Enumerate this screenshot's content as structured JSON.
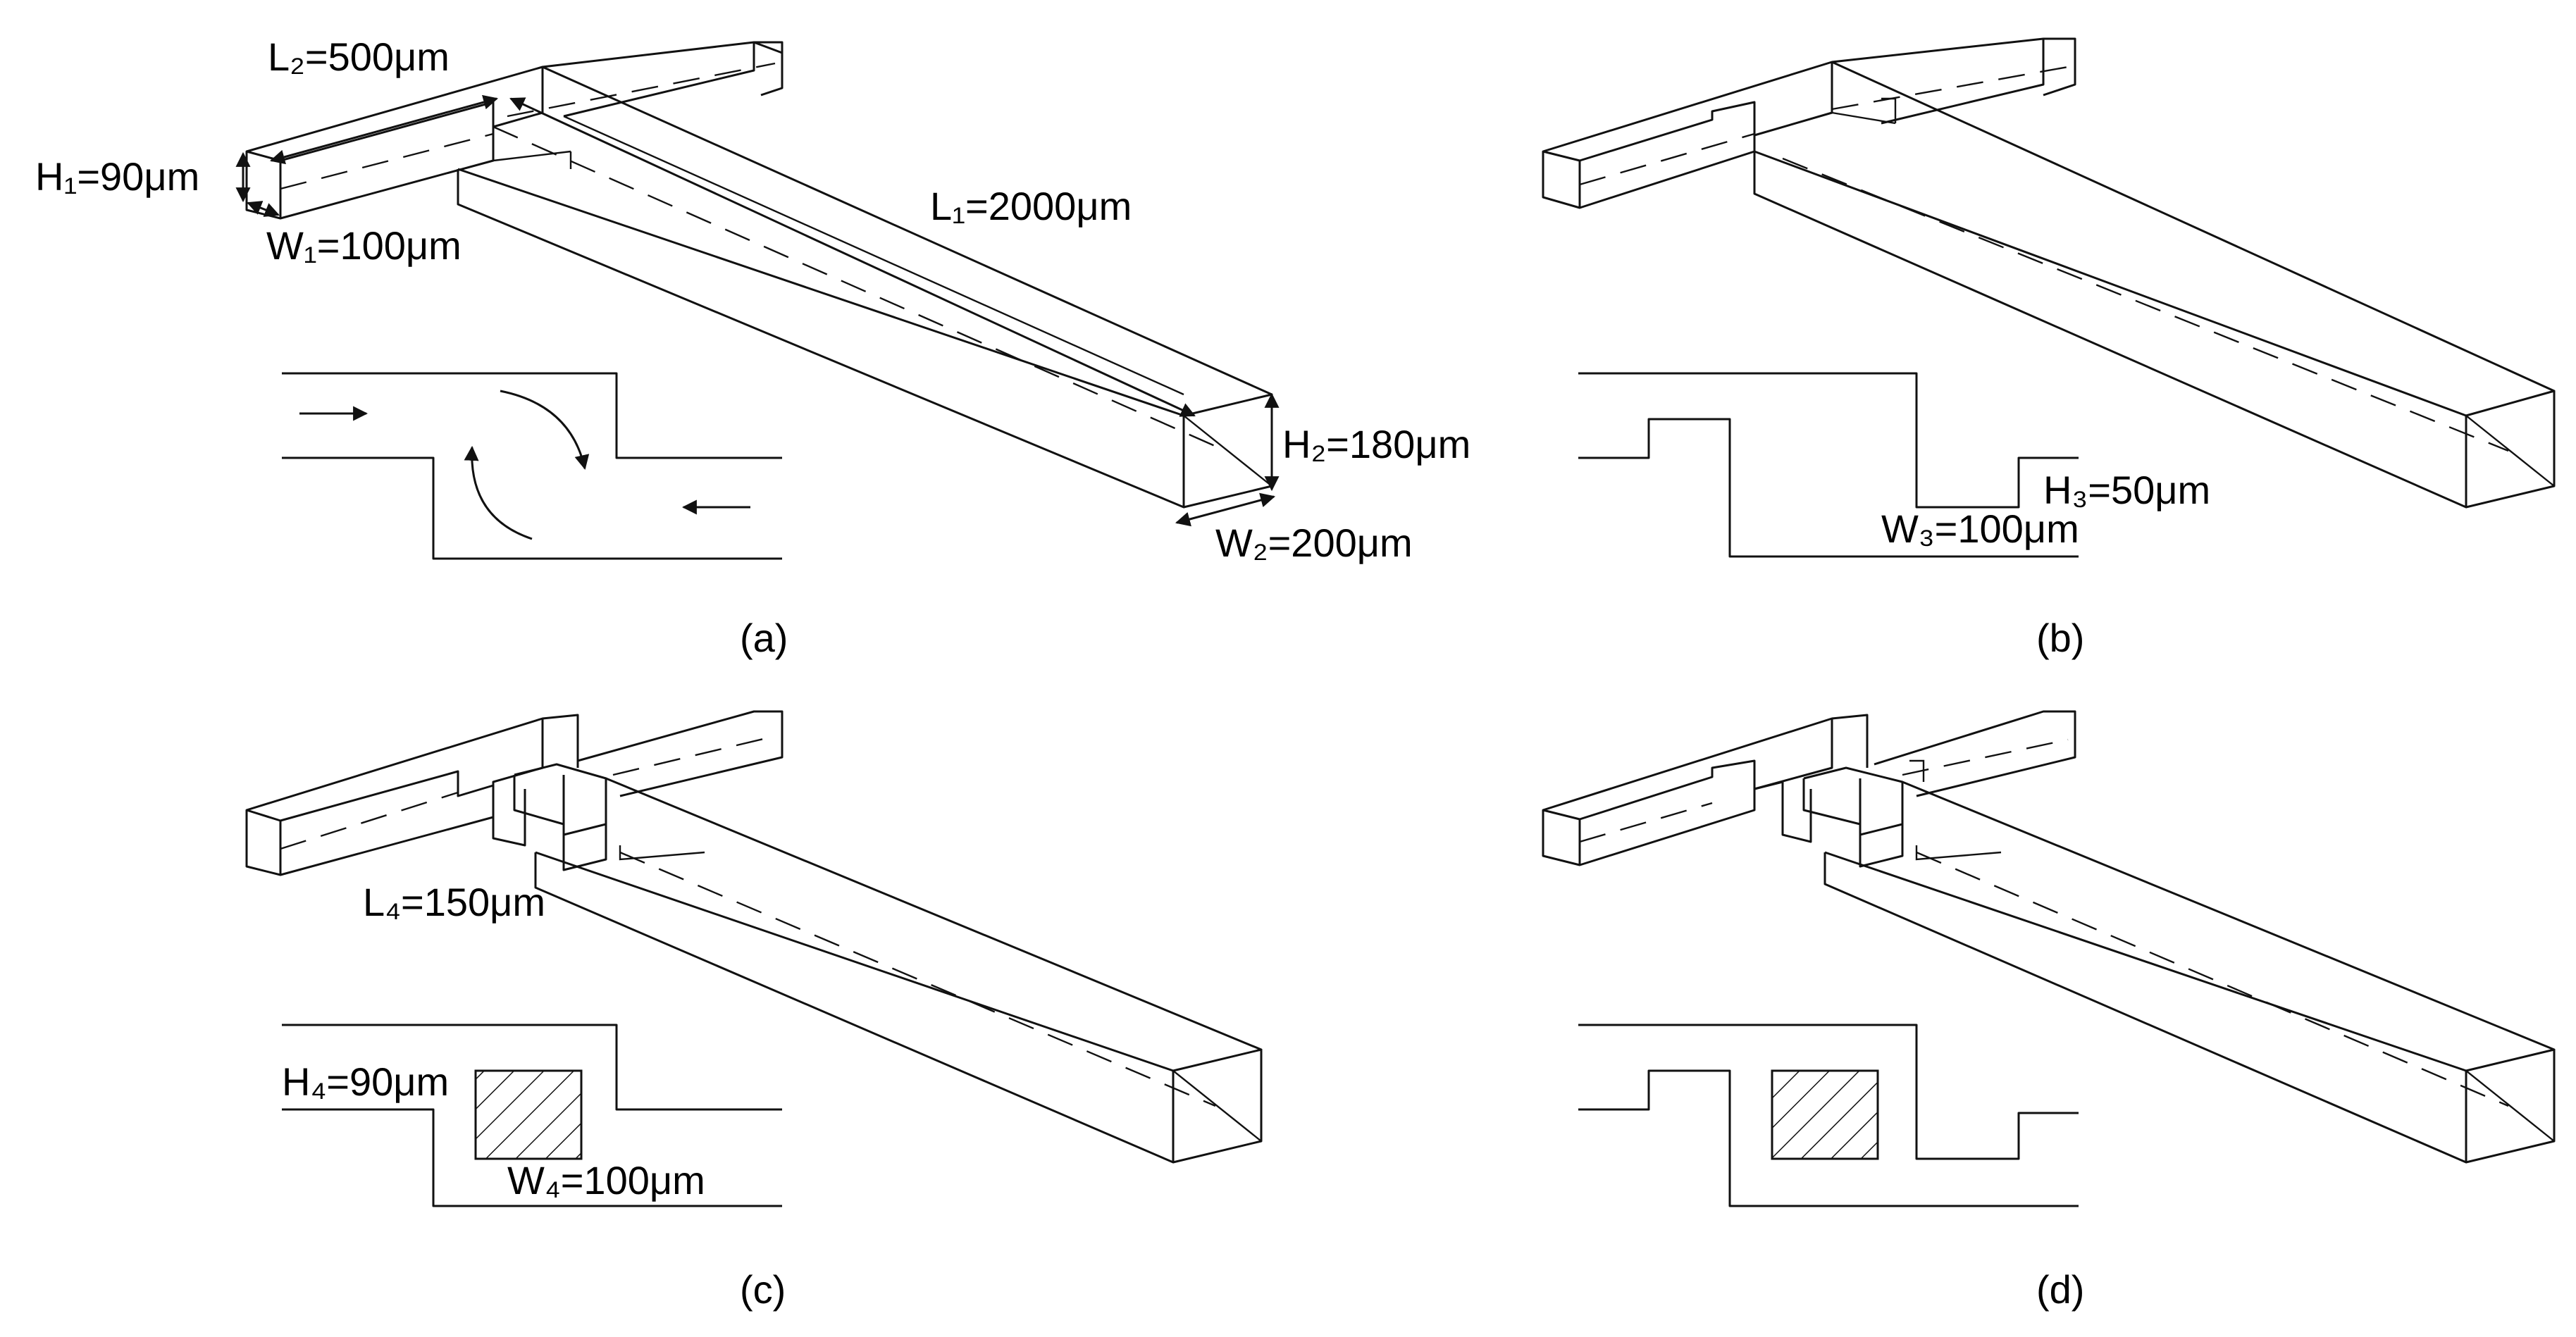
{
  "panels": {
    "a": {
      "caption": "(a)",
      "labels": {
        "L2": "L₂=500μm",
        "H1": "H₁=90μm",
        "W1": "W₁=100μm",
        "L1": "L₁=2000μm",
        "H2": "H₂=180μm",
        "W2": "W₂=200μm"
      }
    },
    "b": {
      "caption": "(b)",
      "labels": {
        "H3": "H₃=50μm",
        "W3": "W₃=100μm"
      }
    },
    "c": {
      "caption": "(c)",
      "labels": {
        "L4": "L₄=150μm",
        "H4": "H₄=90μm",
        "W4": "W₄=100μm"
      }
    },
    "d": {
      "caption": "(d)"
    }
  },
  "colors": {
    "line": "#111111",
    "background": "#ffffff"
  }
}
